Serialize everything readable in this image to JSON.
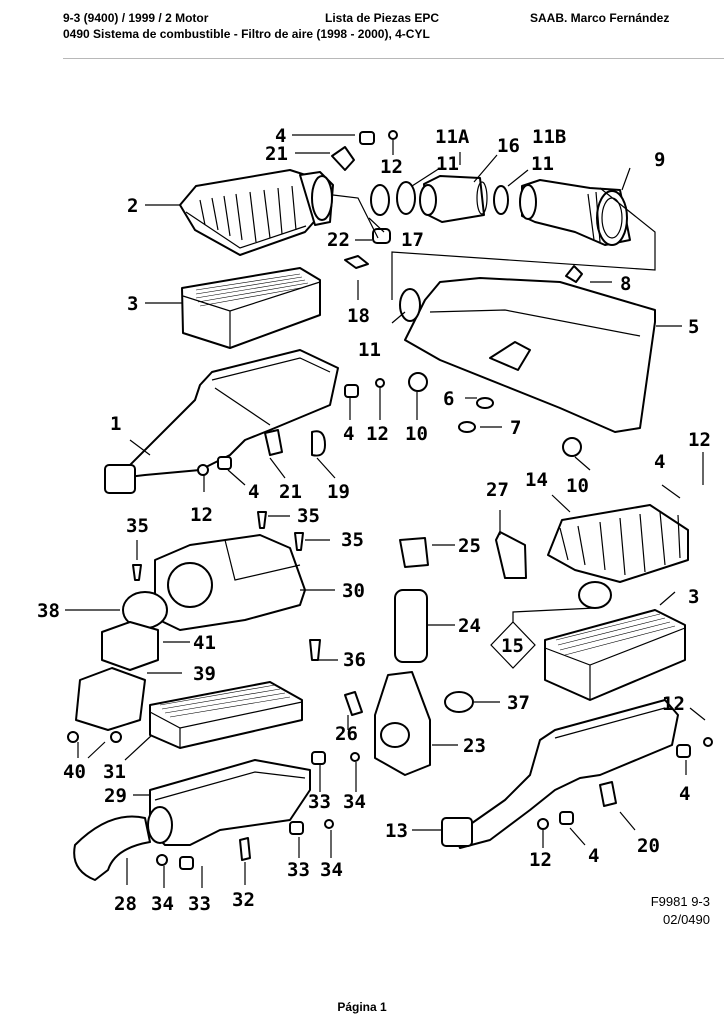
{
  "header": {
    "model_line": "9-3 (9400) / 1999 / 2 Motor",
    "doc_title": "Lista de Piezas EPC",
    "brand_line": "SAAB. Marco Fernández",
    "section_line": "0490 Sistema de combustible - Filtro de aire   (1998 - 2000), 4-CYL"
  },
  "diagram": {
    "callouts": [
      {
        "id": "c4a",
        "text": "4"
      },
      {
        "id": "c21a",
        "text": "21"
      },
      {
        "id": "c12a",
        "text": "12"
      },
      {
        "id": "c11A",
        "text": "11A"
      },
      {
        "id": "c16",
        "text": "16"
      },
      {
        "id": "c11B",
        "text": "11B"
      },
      {
        "id": "c11a",
        "text": "11"
      },
      {
        "id": "c11b",
        "text": "11"
      },
      {
        "id": "c9",
        "text": "9"
      },
      {
        "id": "c2",
        "text": "2"
      },
      {
        "id": "c22",
        "text": "22"
      },
      {
        "id": "c17",
        "text": "17"
      },
      {
        "id": "c8",
        "text": "8"
      },
      {
        "id": "c3a",
        "text": "3"
      },
      {
        "id": "c18",
        "text": "18"
      },
      {
        "id": "c5",
        "text": "5"
      },
      {
        "id": "c11c",
        "text": "11"
      },
      {
        "id": "c6",
        "text": "6"
      },
      {
        "id": "c7",
        "text": "7"
      },
      {
        "id": "c1",
        "text": "1"
      },
      {
        "id": "c4b",
        "text": "4"
      },
      {
        "id": "c12b",
        "text": "12"
      },
      {
        "id": "c10a",
        "text": "10"
      },
      {
        "id": "c21b",
        "text": "21"
      },
      {
        "id": "c19",
        "text": "19"
      },
      {
        "id": "c12c",
        "text": "12"
      },
      {
        "id": "c4c",
        "text": "4"
      },
      {
        "id": "c10b",
        "text": "10"
      },
      {
        "id": "c12d",
        "text": "12"
      },
      {
        "id": "c4d",
        "text": "4"
      },
      {
        "id": "c35a",
        "text": "35"
      },
      {
        "id": "c35b",
        "text": "35"
      },
      {
        "id": "c35c",
        "text": "35"
      },
      {
        "id": "c27",
        "text": "27"
      },
      {
        "id": "c14",
        "text": "14"
      },
      {
        "id": "c25",
        "text": "25"
      },
      {
        "id": "c30",
        "text": "30"
      },
      {
        "id": "c38",
        "text": "38"
      },
      {
        "id": "c41",
        "text": "41"
      },
      {
        "id": "c24",
        "text": "24"
      },
      {
        "id": "c15",
        "text": "15"
      },
      {
        "id": "c3b",
        "text": "3"
      },
      {
        "id": "c36",
        "text": "36"
      },
      {
        "id": "c39",
        "text": "39"
      },
      {
        "id": "c37",
        "text": "37"
      },
      {
        "id": "c26",
        "text": "26"
      },
      {
        "id": "c23",
        "text": "23"
      },
      {
        "id": "c12e",
        "text": "12"
      },
      {
        "id": "c40",
        "text": "40"
      },
      {
        "id": "c31",
        "text": "31"
      },
      {
        "id": "c29",
        "text": "29"
      },
      {
        "id": "c33a",
        "text": "33"
      },
      {
        "id": "c34a",
        "text": "34"
      },
      {
        "id": "c4e",
        "text": "4"
      },
      {
        "id": "c13",
        "text": "13"
      },
      {
        "id": "c20",
        "text": "20"
      },
      {
        "id": "c33b",
        "text": "33"
      },
      {
        "id": "c34b",
        "text": "34"
      },
      {
        "id": "c12f",
        "text": "12"
      },
      {
        "id": "c4f",
        "text": "4"
      },
      {
        "id": "c28",
        "text": "28"
      },
      {
        "id": "c34c",
        "text": "34"
      },
      {
        "id": "c33c",
        "text": "33"
      },
      {
        "id": "c32",
        "text": "32"
      }
    ]
  },
  "footer": {
    "figure_ref": "F9981 9-3",
    "figure_code": "02/0490",
    "page_label": "Página 1"
  }
}
